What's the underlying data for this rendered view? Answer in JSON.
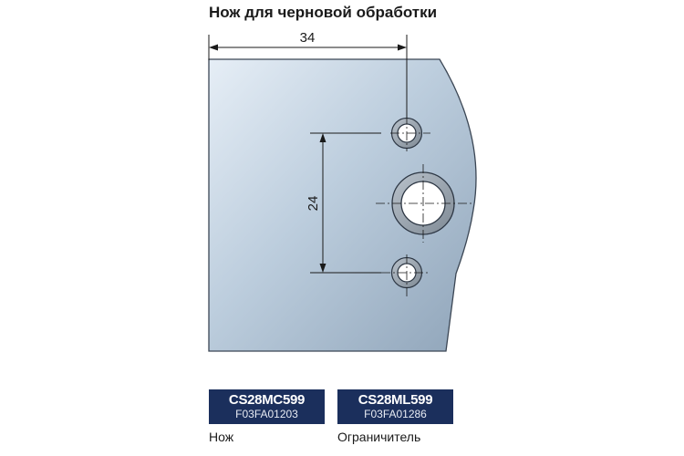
{
  "title": "Нож для черновой обработки",
  "dimensions": {
    "horizontal": "34",
    "vertical": "24"
  },
  "products": [
    {
      "code": "CS28MC599",
      "article": "F03FA01203",
      "caption": "Нож"
    },
    {
      "code": "CS28ML599",
      "article": "F03FA01286",
      "caption": "Ограничитель"
    }
  ],
  "colors": {
    "badge_background": "#1b2f5c",
    "plate_light": "#d4e1ee",
    "plate_dark": "#8ea3b8"
  }
}
